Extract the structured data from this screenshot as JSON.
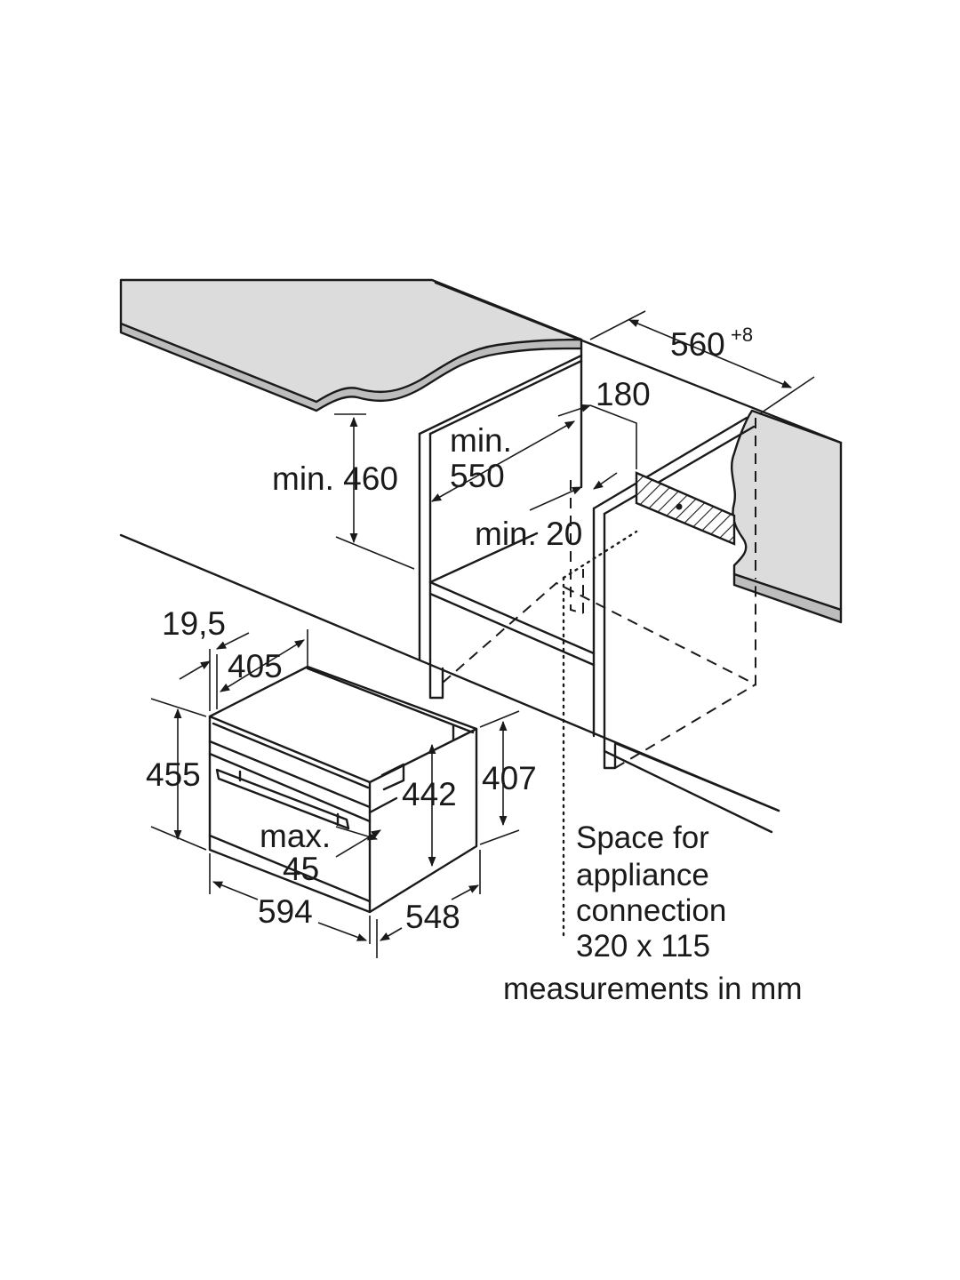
{
  "dimensions": {
    "niche_width": "560",
    "niche_width_tolerance": "+8",
    "connection_offset": "180",
    "min_depth_line1": "min.",
    "min_depth_line2": "550",
    "min_height": "min. 460",
    "min_gap": "min. 20",
    "front_offset": "19,5",
    "top_depth": "405",
    "total_height": "455",
    "body_height": "407",
    "inner_height": "442",
    "max_line1": "max.",
    "max_line2": "45",
    "width": "594",
    "depth": "548"
  },
  "notes": {
    "space_line1": "Space for",
    "space_line2": "appliance",
    "space_line3": "connection",
    "space_line4": "320 x 115",
    "units": "measurements in mm"
  },
  "colors": {
    "line": "#1a1a1a",
    "worktop": "#dcdcdc",
    "worktop_edge": "#bdbdbd",
    "background": "#ffffff"
  }
}
